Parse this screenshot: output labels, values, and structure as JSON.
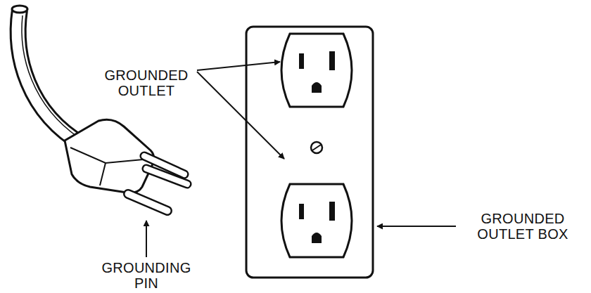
{
  "diagram": {
    "labels": [
      "GROUNDED OUTLET",
      "GROUNDING PIN",
      "GROUNDED OUTLET BOX"
    ]
  }
}
